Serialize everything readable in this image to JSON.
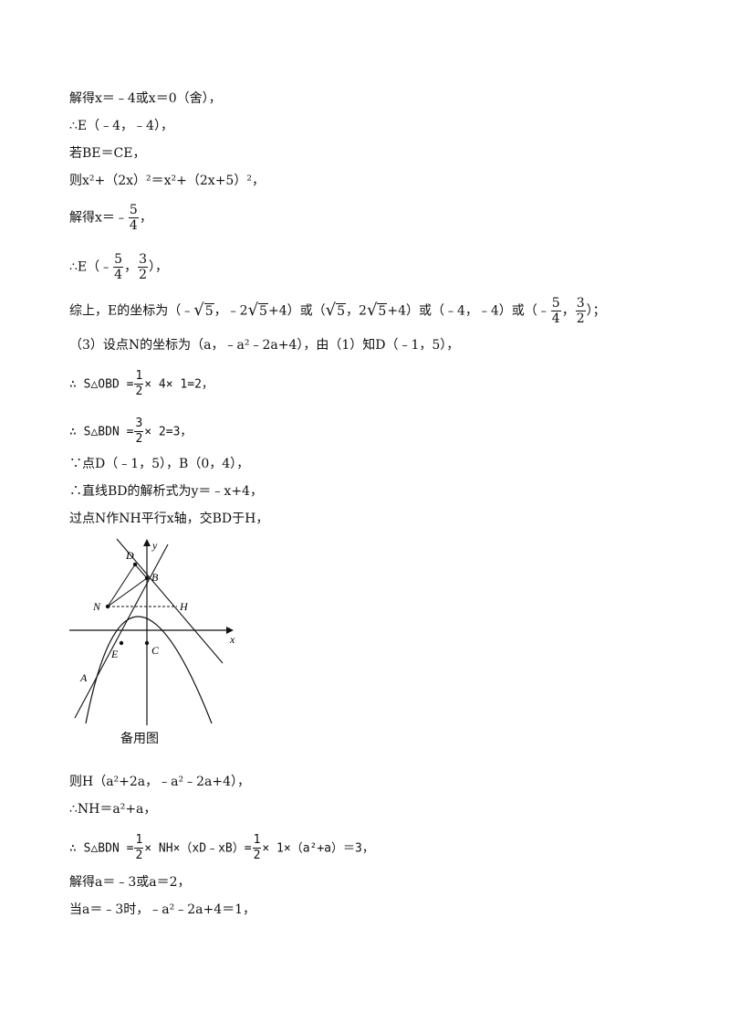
{
  "lines": {
    "l1": "解得x＝﹣4或x＝0（舍），",
    "l2": "∴E（﹣4，﹣4），",
    "l3": "若BE＝CE，",
    "l4": "则x²+（2x）²＝x²+（2x+5）²，",
    "l5_pre": "解得x＝﹣",
    "l5_num": "5",
    "l5_den": "4",
    "l5_post": "，",
    "l6_pre": "∴E（﹣",
    "l6_num1": "5",
    "l6_den1": "4",
    "l6_sep": "，",
    "l6_num2": "3",
    "l6_den2": "2",
    "l6_post": "），",
    "l7_a": "综上，E的坐标为（﹣",
    "l7_r1": "5",
    "l7_b": "，﹣2",
    "l7_r2": "5",
    "l7_c": "+4）或（",
    "l7_r3": "5",
    "l7_d": "，2",
    "l7_r4": "5",
    "l7_e": "+4）或（﹣4，﹣4）或（﹣",
    "l7_num1": "5",
    "l7_den1": "4",
    "l7_sep": "，",
    "l7_num2": "3",
    "l7_den2": "2",
    "l7_f": "）；",
    "l8": "（3）设点N的坐标为（a，﹣a²﹣2a+4），由（1）知D（﹣1，5），",
    "l9_pre": "∴ S△OBD =",
    "l9_num": "1",
    "l9_den": "2",
    "l9_post": "× 4× 1=2，",
    "l10_pre": "∴ S△BDN =",
    "l10_num": "3",
    "l10_den": "2",
    "l10_post": "× 2=3，",
    "l11": "∵点D（﹣1，5），B（0，4），",
    "l12": "∴直线BD的解析式为y＝﹣x+4，",
    "l13": "过点N作NH平行x轴，交BD于H，",
    "l14": "则H（a²+2a，﹣a²﹣2a+4），",
    "l15": "∴NH＝a²+a，",
    "l16_pre": "∴ S△BDN =",
    "l16_num1": "1",
    "l16_den1": "2",
    "l16_mid": "× NH×（xD﹣xB）=",
    "l16_num2": "1",
    "l16_den2": "2",
    "l16_post": "× 1×（a²+a）＝3，",
    "l17": "解得a＝﹣3或a＝2，",
    "l18": "当a＝﹣3时，﹣a²﹣2a+4＝1，"
  },
  "figure": {
    "caption": "备用图",
    "labels": {
      "y": "y",
      "x": "x",
      "D": "D",
      "B": "B",
      "N": "N",
      "H": "H",
      "E": "E",
      "C": "C",
      "A": "A"
    }
  }
}
